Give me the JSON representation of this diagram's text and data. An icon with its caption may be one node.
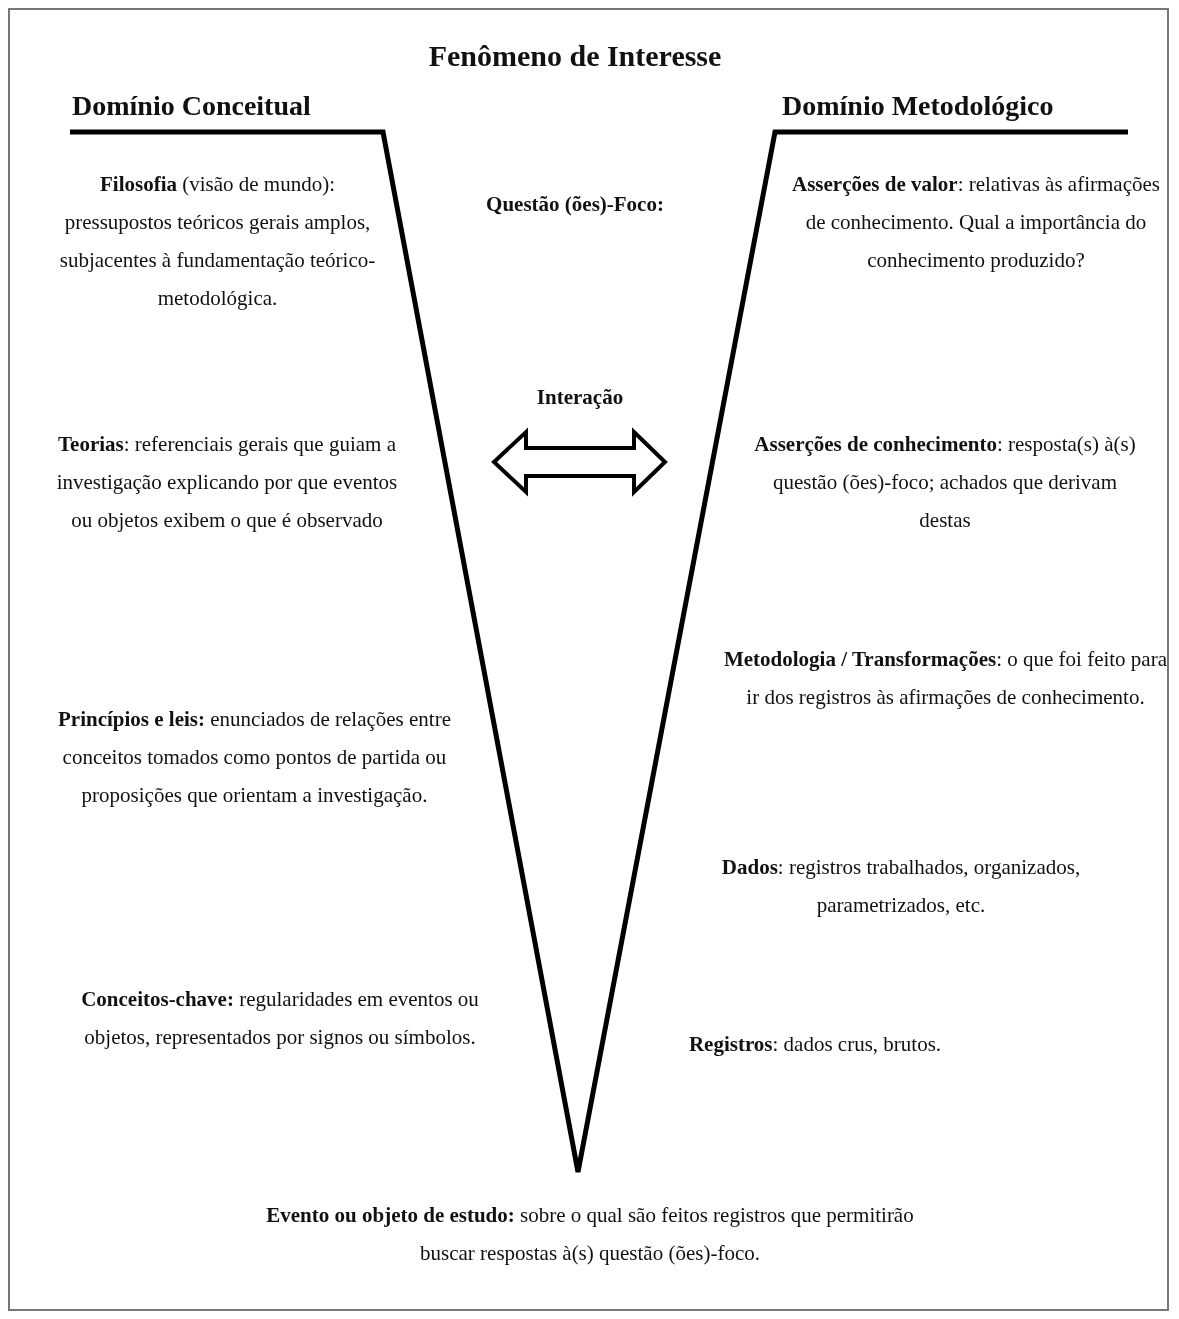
{
  "diagram": {
    "title": "Fenômeno de Interesse",
    "labels": [
      "Domínio Conceitual",
      "Domínio Metodológico",
      "**Filosofia** (visão de mundo): pressupostos teóricos gerais amplos, subjacentes à fundamentação teórico-metodológica.",
      "Questão (ões)-Foco:",
      "**Asserções de valor**: relativas às afirmações de conhecimento. Qual a importância do conhecimento produzido?",
      "Interação",
      "**Teorias**: referenciais gerais que guiam a investigação explicando por que eventos ou objetos exibem o que é observado",
      "**Asserções de conhecimento**: resposta(s) à(s) questão (ões)-foco; achados que derivam destas",
      "**Metodologia / Transformações**: o que foi feito para ir dos registros às afirmações de conhecimento.",
      "**Princípios e leis:** enunciados de relações entre conceitos tomados como pontos de partida ou proposições que orientam a investigação.",
      "**Dados**: registros trabalhados, organizados, parametrizados, etc.",
      "**Conceitos-chave:** regularidades em eventos ou objetos, representados por signos ou símbolos.",
      "**Registros**: dados crus, brutos.",
      "**Evento ou objeto de estudo:** sobre o qual são feitos registros que permitirão buscar respostas à(s) questão (ões)-foco."
    ]
  }
}
